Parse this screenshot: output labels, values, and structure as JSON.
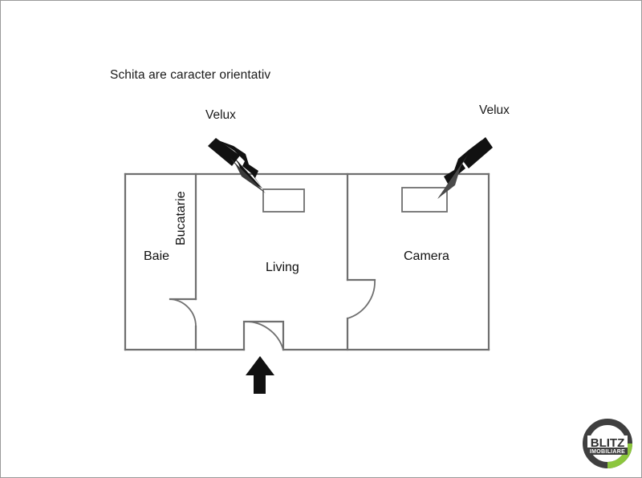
{
  "sketch": {
    "disclaimer": "Schita are caracter orientativ",
    "annotations": [
      {
        "label": "Velux",
        "name": "velux-label-left"
      },
      {
        "label": "Velux",
        "name": "velux-label-right"
      }
    ],
    "rooms": [
      {
        "label": "Baie"
      },
      {
        "label": "Bucatarie"
      },
      {
        "label": "Living"
      },
      {
        "label": "Camera"
      }
    ],
    "features": {
      "windows": 2,
      "doors": 3,
      "entrance_arrow": "up-arrow-entrance"
    }
  },
  "logo": {
    "primary_text": "BLITZ",
    "secondary_text": "IMOBILIARE",
    "ring_color": "#3f3f3f",
    "accent_color": "#8cc63e",
    "band_color": "#3f3f3f"
  },
  "colors": {
    "wall": "#6f6f6f",
    "arrow": "#111111",
    "arrow_tip": "#4a4a4a",
    "background": "#ffffff",
    "border": "#9a9a9a",
    "text": "#1a1a1a"
  }
}
